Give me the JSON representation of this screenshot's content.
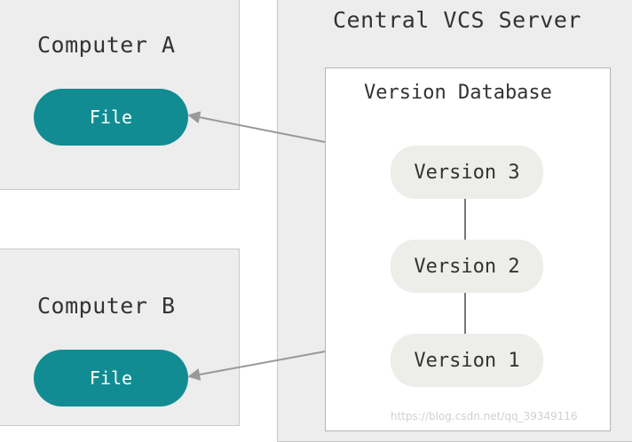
{
  "computer_a": {
    "title": "Computer A",
    "file_label": "File"
  },
  "computer_b": {
    "title": "Computer B",
    "file_label": "File"
  },
  "server": {
    "title": "Central VCS Server",
    "database": {
      "title": "Version Database",
      "versions": [
        "Version 3",
        "Version 2",
        "Version 1"
      ]
    }
  },
  "watermark": "https://blog.csdn.net/qq_39349116",
  "colors": {
    "file": "#128c93",
    "box": "#ededed",
    "version": "#ededea",
    "arrow": "#999999"
  }
}
